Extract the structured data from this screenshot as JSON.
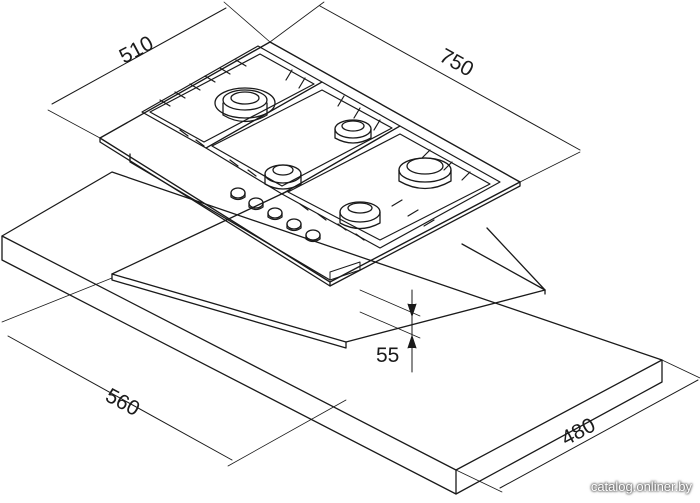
{
  "dimensions": {
    "hob_depth": "510",
    "hob_width": "750",
    "hob_height": "55",
    "cutout_width": "560",
    "cutout_depth": "480"
  },
  "watermark": "catalog.onliner.by"
}
